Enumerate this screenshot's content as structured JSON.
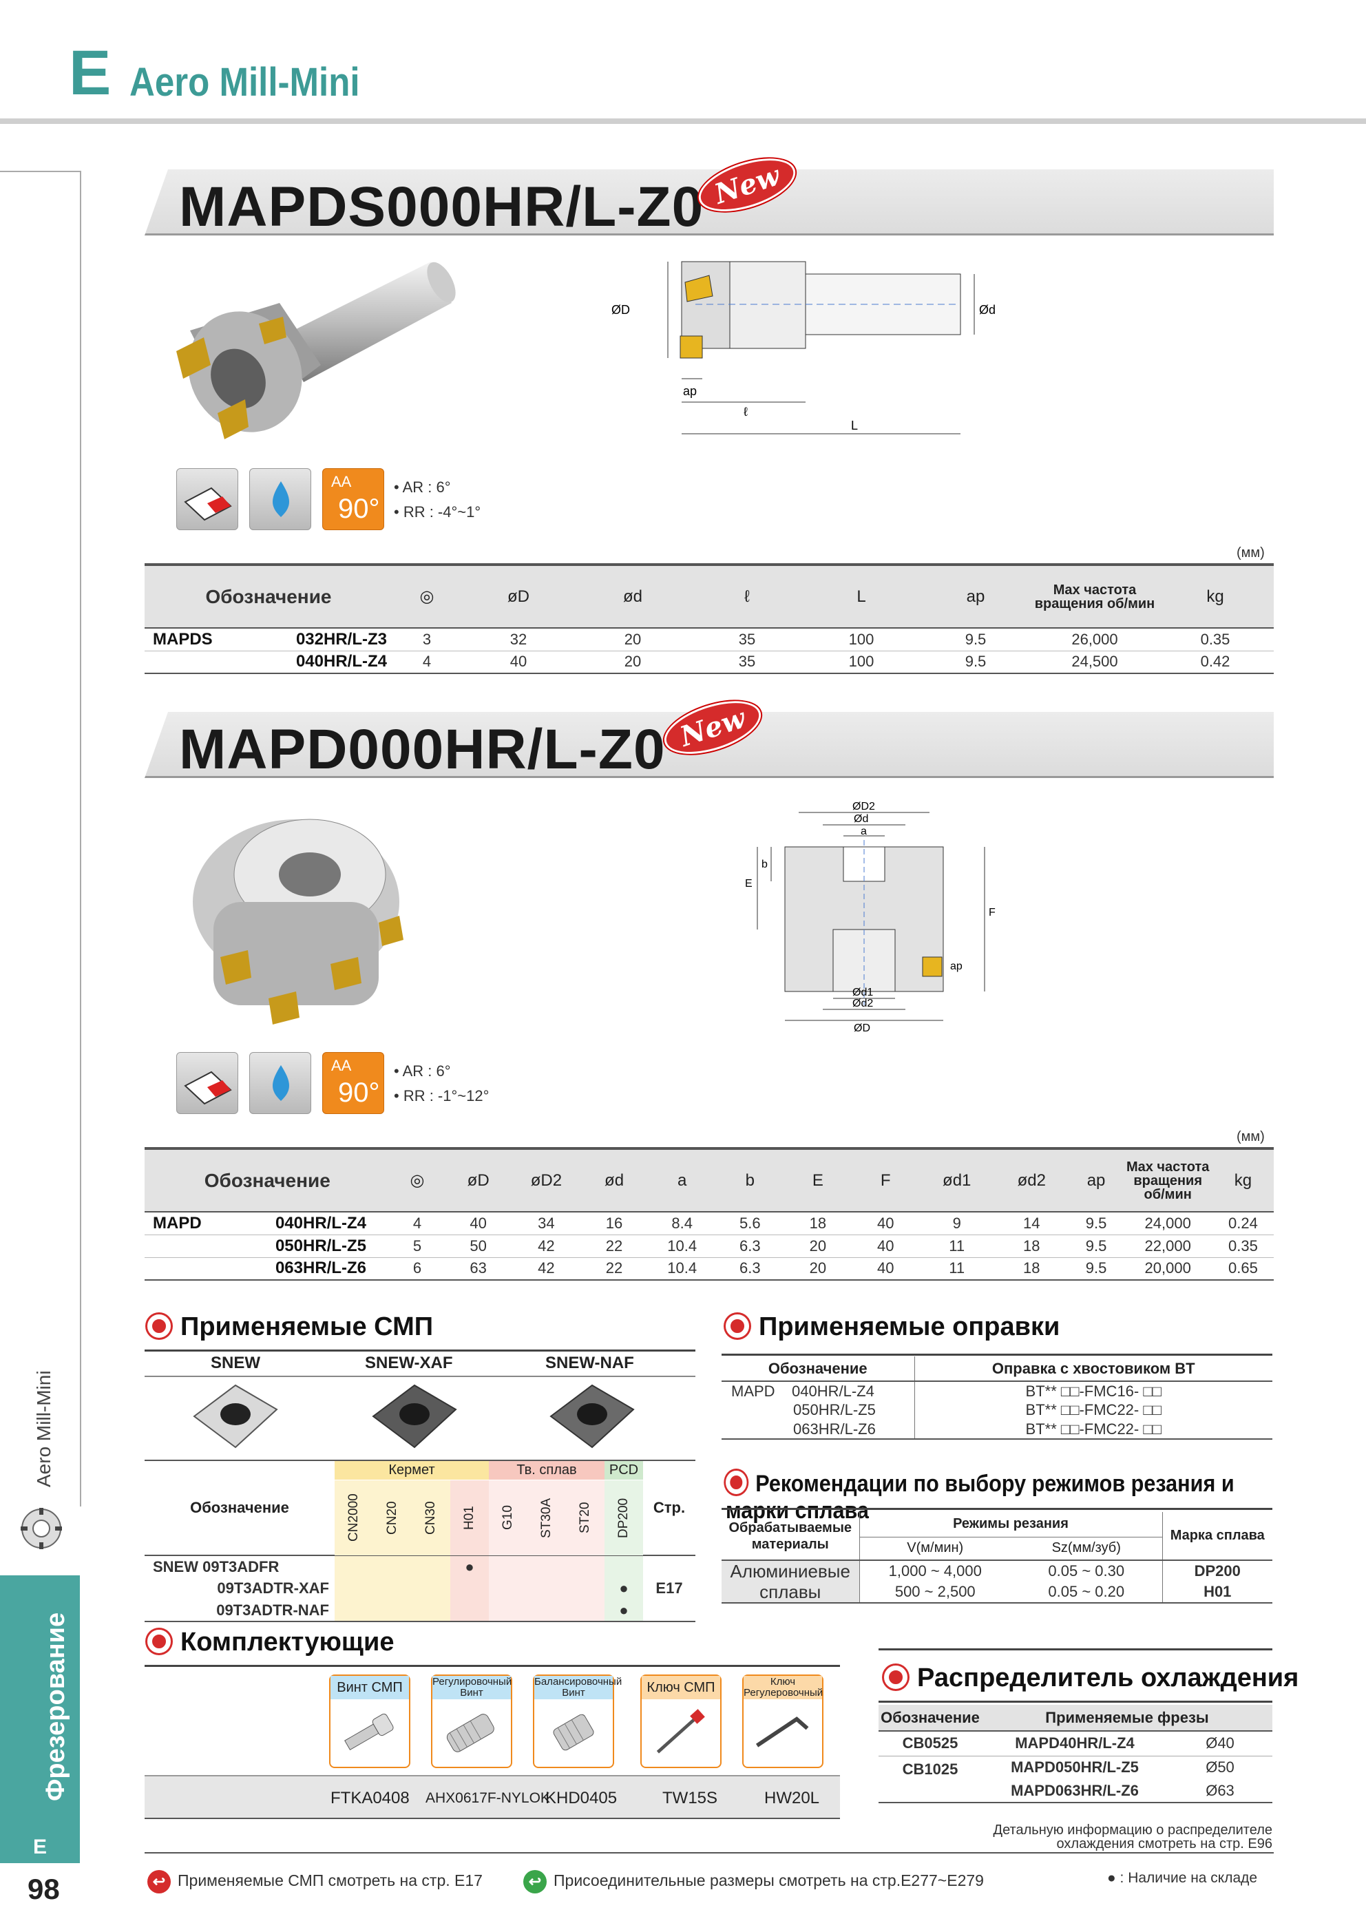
{
  "header": {
    "letter": "E",
    "title": "Aero Mill-Mini"
  },
  "side": {
    "vertical_title": "Aero Mill-Mini",
    "tab_label": "Фрезерование",
    "tab_letter": "E",
    "page_number": "98"
  },
  "section1": {
    "title": "MAPDS000HR/L-Z0",
    "badge": "New",
    "drawing_labels": {
      "D": "ØD",
      "d": "Ød",
      "ap": "ap",
      "l": "ℓ",
      "L": "L"
    },
    "features": {
      "aa": "AA",
      "angle": "90°",
      "ar": "• AR : 6°",
      "rr": "• RR : -4°~1°"
    },
    "unit": "(мм)",
    "table": {
      "headers": [
        "Обозначение",
        "◎",
        "øD",
        "ød",
        "ℓ",
        "L",
        "ap",
        "Max частота вращения об/мин",
        "kg"
      ],
      "prefix": "MAPDS",
      "rows": [
        [
          "032HR/L-Z3",
          "3",
          "32",
          "20",
          "35",
          "100",
          "9.5",
          "26,000",
          "0.35"
        ],
        [
          "040HR/L-Z4",
          "4",
          "40",
          "20",
          "35",
          "100",
          "9.5",
          "24,500",
          "0.42"
        ]
      ]
    }
  },
  "section2": {
    "title": "MAPD000HR/L-Z0",
    "badge": "New",
    "drawing_labels": {
      "D2": "ØD2",
      "d": "Ød",
      "a": "a",
      "b": "b",
      "E": "E",
      "F": "F",
      "ap": "ap",
      "d1": "Ød1",
      "d2": "Ød2",
      "D": "ØD"
    },
    "features": {
      "aa": "AA",
      "angle": "90°",
      "ar": "• AR : 6°",
      "rr": "• RR : -1°~12°"
    },
    "unit": "(мм)",
    "table": {
      "headers": [
        "Обозначение",
        "◎",
        "øD",
        "øD2",
        "ød",
        "a",
        "b",
        "E",
        "F",
        "ød1",
        "ød2",
        "ap",
        "Max частота вращения об/мин",
        "kg"
      ],
      "prefix": "MAPD",
      "rows": [
        [
          "040HR/L-Z4",
          "4",
          "40",
          "34",
          "16",
          "8.4",
          "5.6",
          "18",
          "40",
          "9",
          "14",
          "9.5",
          "24,000",
          "0.24"
        ],
        [
          "050HR/L-Z5",
          "5",
          "50",
          "42",
          "22",
          "10.4",
          "6.3",
          "20",
          "40",
          "11",
          "18",
          "9.5",
          "22,000",
          "0.35"
        ],
        [
          "063HR/L-Z6",
          "6",
          "63",
          "42",
          "22",
          "10.4",
          "6.3",
          "20",
          "40",
          "11",
          "18",
          "9.5",
          "20,000",
          "0.65"
        ]
      ]
    }
  },
  "inserts": {
    "title": "Применяемые СМП",
    "names": [
      "SNEW",
      "SNEW-XAF",
      "SNEW-NAF"
    ],
    "groups": [
      "Кермет",
      "Тв. сплав",
      "PCD"
    ],
    "grades": [
      "CN2000",
      "CN20",
      "CN30",
      "H01",
      "G10",
      "ST30A",
      "ST20",
      "DP200"
    ],
    "designation_label": "Обозначение",
    "page_label": "Стр.",
    "prefix": "SNEW",
    "rows": [
      {
        "code": "09T3ADFR",
        "marks": [
          "",
          "",
          "",
          "●",
          "",
          "",
          "",
          ""
        ]
      },
      {
        "code": "09T3ADTR-XAF",
        "marks": [
          "",
          "",
          "",
          "",
          "",
          "",
          "",
          "●"
        ]
      },
      {
        "code": "09T3ADTR-NAF",
        "marks": [
          "",
          "",
          "",
          "",
          "",
          "",
          "",
          "●"
        ]
      }
    ],
    "page": "E17"
  },
  "arbors": {
    "title": "Применяемые оправки",
    "headers": [
      "Обозначение",
      "Оправка с хвостовиком BT"
    ],
    "prefix": "MAPD",
    "rows": [
      [
        "040HR/L-Z4",
        "BT** □□-FMC16- □□"
      ],
      [
        "050HR/L-Z5",
        "BT** □□-FMC22- □□"
      ],
      [
        "063HR/L-Z6",
        "BT** □□-FMC22- □□"
      ]
    ]
  },
  "cutting": {
    "title": "Рекомендации по выбору режимов резания и марки сплава",
    "headers": {
      "material": "Обрабатываемые материалы",
      "modes": "Режимы резания",
      "v": "V(м/мин)",
      "sz": "Sz(мм/зуб)",
      "grade": "Марка сплава"
    },
    "material": "Алюминиевые сплавы",
    "rows": [
      [
        "1,000 ~ 4,000",
        "0.05 ~ 0.30",
        "DP200"
      ],
      [
        "500 ~ 2,500",
        "0.05 ~ 0.20",
        "H01"
      ]
    ]
  },
  "parts": {
    "title": "Комплектующие",
    "items": [
      {
        "label": "Винт СМП",
        "code": "FTKA0408",
        "icon": "screw-icon"
      },
      {
        "label": "Регулировочный Винт",
        "code": "AHX0617F-NYLOK",
        "icon": "adjust-screw-icon"
      },
      {
        "label": "Балансировочный Винт",
        "code": "KHD0405",
        "icon": "balance-screw-icon"
      },
      {
        "label": "Ключ СМП",
        "code": "TW15S",
        "icon": "wrench-icon"
      },
      {
        "label": "Ключ Регулеровочный",
        "code": "HW20L",
        "icon": "hex-key-icon"
      }
    ]
  },
  "coolant": {
    "title": "Распределитель охлаждения",
    "headers": [
      "Обозначение",
      "Применяемые фрезы"
    ],
    "rows": [
      {
        "code": "CB0525",
        "mills": [
          "MAPD40HR/L-Z4"
        ],
        "dias": [
          "Ø40"
        ]
      },
      {
        "code": "CB1025",
        "mills": [
          "MAPD050HR/L-Z5",
          "MAPD063HR/L-Z6"
        ],
        "dias": [
          "Ø50",
          "Ø63"
        ]
      }
    ],
    "note1": "Детальную информацию о распределителе",
    "note2": "охлаждения смотреть на стр. E96"
  },
  "footer": {
    "left": "Применяемые СМП смотреть на стр. E17",
    "mid": "Присоединительные размеры смотреть на стр.E277~E279",
    "right": "● : Наличие на складе"
  },
  "colors": {
    "accent": "#3d9b96",
    "red": "#d52b2b",
    "orange": "#f08a1d",
    "cermet": "#fbe6a0",
    "carbide": "#f7c8bf",
    "pcd": "#cfe9cd"
  }
}
